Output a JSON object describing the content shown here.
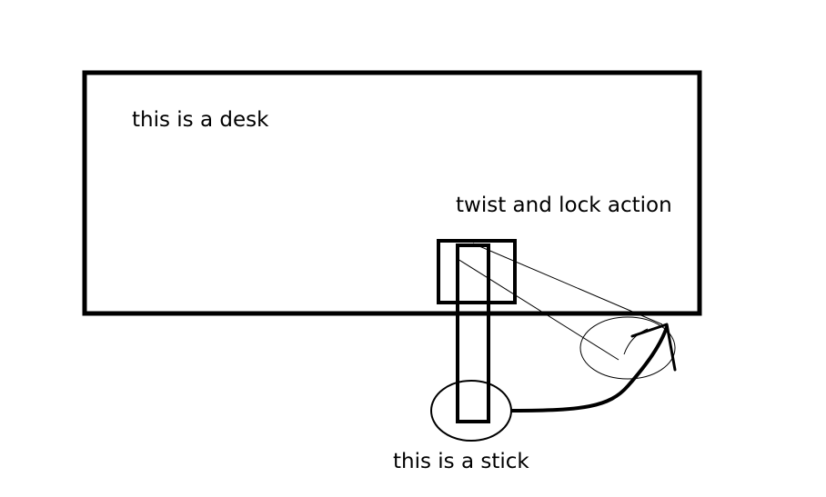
{
  "labels": {
    "desk": "this is a desk",
    "action": "twist and lock action",
    "stick": "this is a stick"
  },
  "colors": {
    "background": "#ffffff",
    "ink": "#000000"
  }
}
